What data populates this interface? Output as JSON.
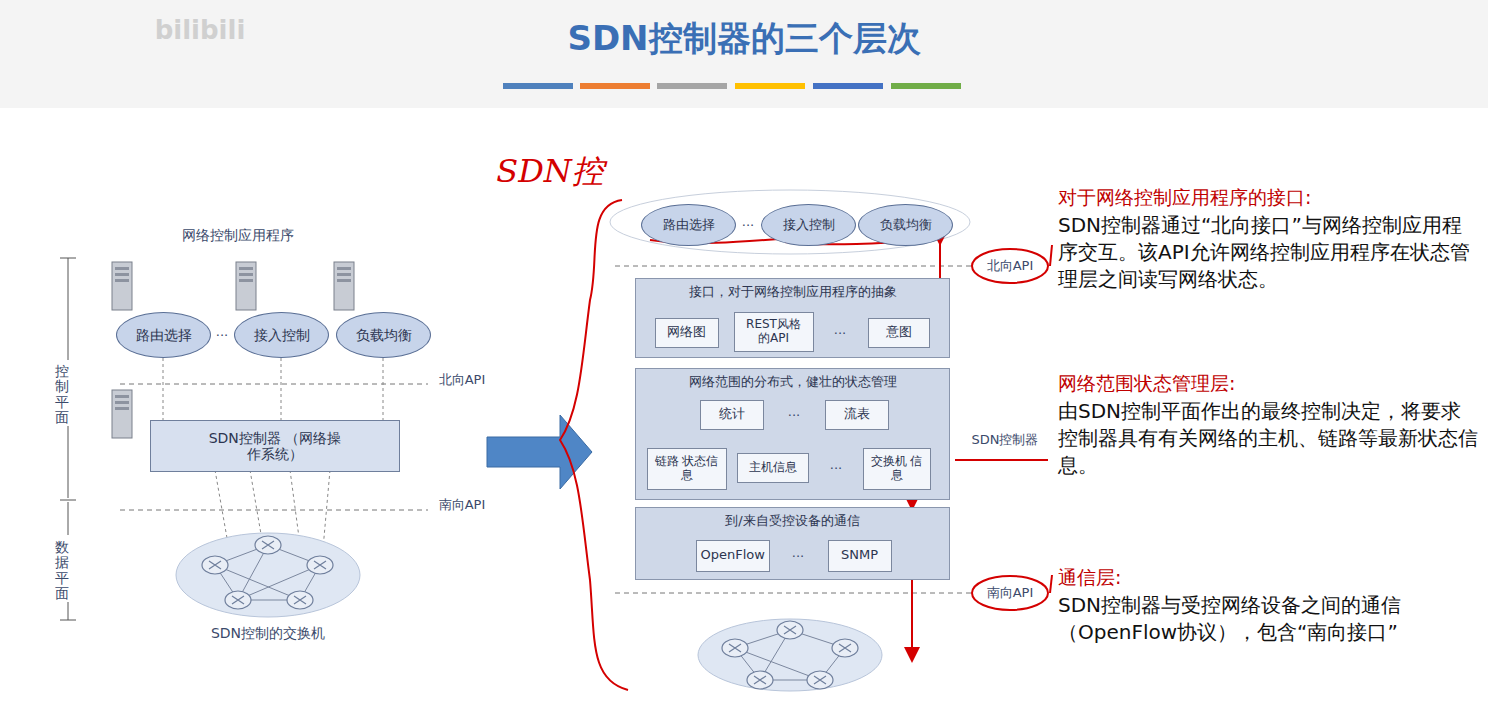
{
  "diagram": {
    "title": "SDN控制器的三个层次",
    "nodes": [
      {
        "text": [
          "路由选择"
        ]
      },
      {
        "text": [
          "接入控制"
        ]
      },
      {
        "text": [
          "负载均衡"
        ]
      },
      {
        "text": [
          "SDN控制器 （网络操作系统）"
        ]
      },
      {
        "text": [
          "路由选择"
        ]
      },
      {
        "text": [
          "接入控制"
        ]
      },
      {
        "text": [
          "负载均衡"
        ]
      },
      {
        "text": [
          "接口，对于网络控制应用程序的抽象"
        ]
      },
      {
        "text": [
          "网络图"
        ],
        "in": 7
      },
      {
        "text": [
          "REST风格 的API"
        ],
        "in": 7
      },
      {
        "text": [
          "意图"
        ],
        "in": 7
      },
      {
        "text": [
          "网络范围的分布式，健壮的状态管理"
        ]
      },
      {
        "text": [
          "统计"
        ],
        "in": 11
      },
      {
        "text": [
          "流表"
        ],
        "in": 11
      },
      {
        "text": [
          "链路 状态信息"
        ],
        "in": 11
      },
      {
        "text": [
          "主机信息"
        ],
        "in": 11
      },
      {
        "text": [
          "交换机 信息"
        ],
        "in": 11
      },
      {
        "text": [
          "到/来自受控设备的通信"
        ]
      },
      {
        "text": [
          "OpenFlow"
        ],
        "in": 17
      },
      {
        "text": [
          "SNMP"
        ],
        "in": 17
      }
    ],
    "labels": [
      "bilibili",
      "网络控制应用程序",
      "···",
      "控制平面",
      "北向API",
      "南向API",
      "数据平面",
      "SDN控制的交换机",
      "SDN控",
      "···",
      "···",
      "···",
      "···",
      "···",
      "北向API",
      "SDN控制器",
      "南向API",
      "对于网络控制应用程序的接口:",
      "SDN控制器通过“北向接口”与网络控制应用程序交互。该API允许网络控制应用程序在状态管理层之间读写网络状态。",
      "网络范围状态管理层:",
      "由SDN控制平面作出的最终控制决定，将要求控制器具有有关网络的主机、链路等最新状态信息。",
      "通信层:",
      "SDN控制器与受控网络设备之间的通信（OpenFlow协议），包含“南向接口”"
    ]
  }
}
